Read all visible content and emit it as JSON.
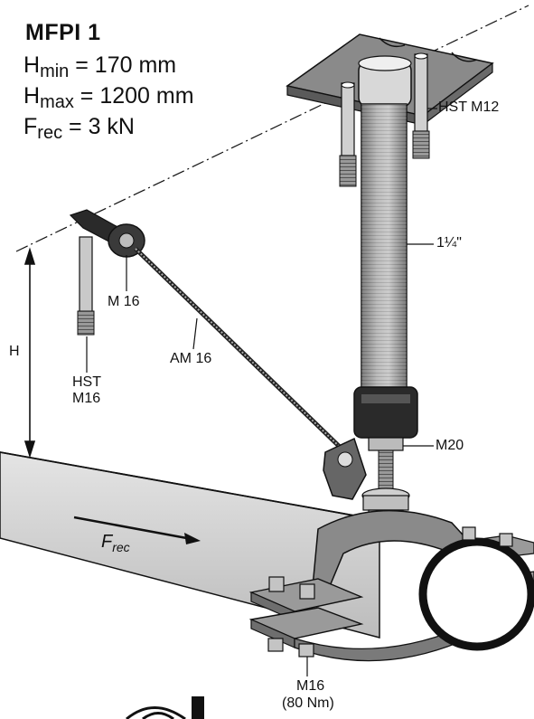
{
  "title": "MFPI 1",
  "specs": {
    "hmin": {
      "base": "H",
      "sub": "min",
      "value": " = 170 mm"
    },
    "hmax": {
      "base": "H",
      "sub": "max",
      "value": " = 1200 mm"
    },
    "frec": {
      "base": "F",
      "sub": "rec",
      "value": " = 3 kN"
    }
  },
  "labels": {
    "hst_m12": "HST M12",
    "pipe_size": "1¼\"",
    "m16_nut": "M 16",
    "am16": "AM 16",
    "hst": "HST",
    "m16_anchor": "M16",
    "h": "H",
    "m20": "M20",
    "m16_clamp": "M16",
    "torque": "(80 Nm)",
    "force_base": "F",
    "force_sub": "rec"
  },
  "colors": {
    "steel_gray": "#8c8c8c",
    "light_gray": "#c8c8c8",
    "pipe_fill": "#d0d0d0",
    "dark": "#1a1a1a"
  }
}
